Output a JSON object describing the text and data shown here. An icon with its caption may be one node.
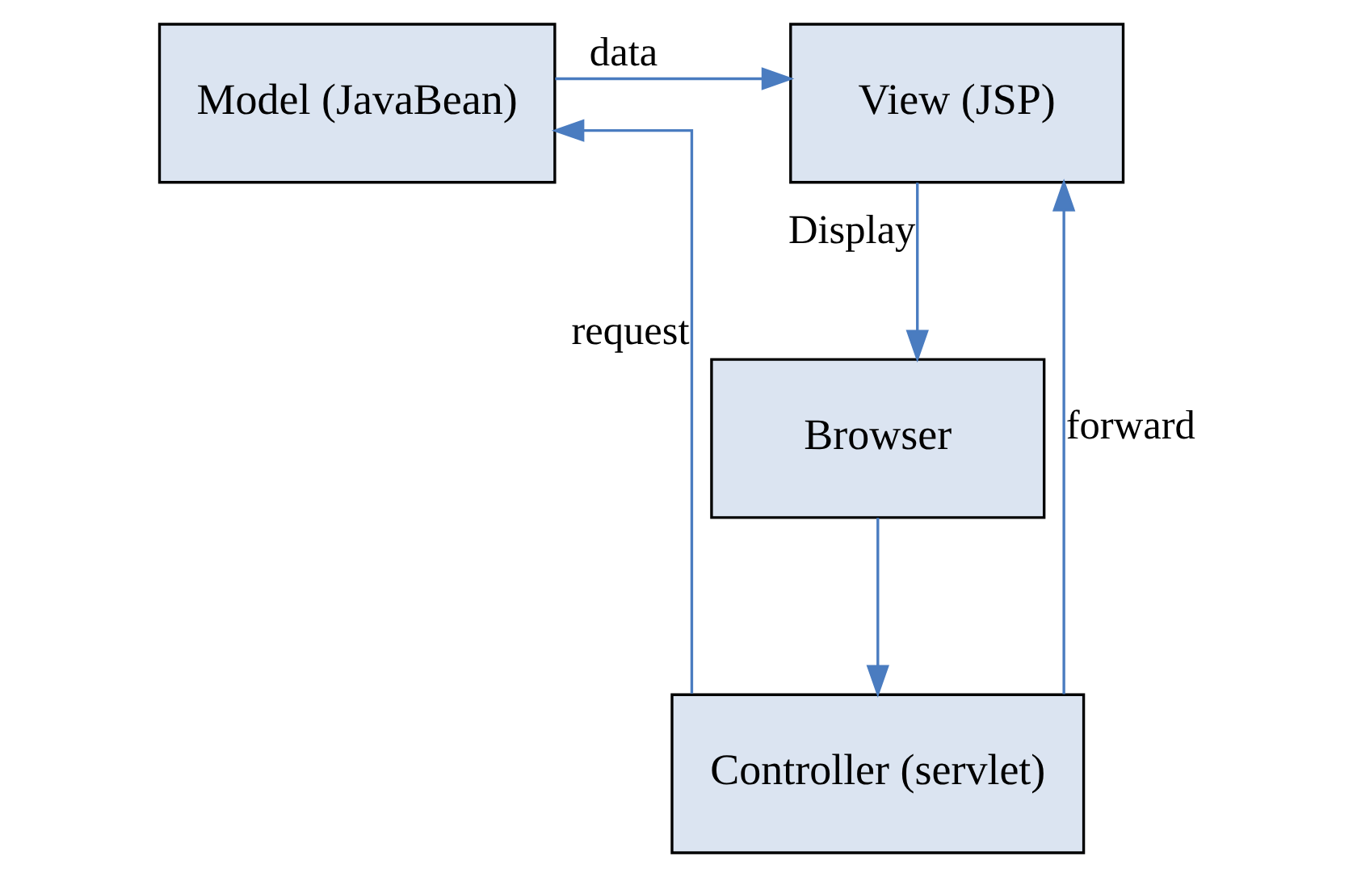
{
  "diagram": {
    "nodes": [
      {
        "text": [
          "Model (JavaBean)"
        ]
      },
      {
        "text": [
          "View (JSP)"
        ]
      },
      {
        "text": [
          "Controller (servlet)"
        ]
      },
      {
        "text": [
          "Browser"
        ]
      }
    ],
    "edges": [
      {
        "from": 0,
        "to": 1,
        "arrow": "to",
        "label": "data"
      },
      {
        "from": 2,
        "to": 0,
        "arrow": "to",
        "label": "request"
      },
      {
        "from": 2,
        "to": 1,
        "arrow": "to",
        "label": "forward"
      },
      {
        "from": 1,
        "to": 3,
        "arrow": "to",
        "label": "Display"
      },
      {
        "from": 3,
        "to": 2,
        "arrow": "to"
      }
    ]
  }
}
